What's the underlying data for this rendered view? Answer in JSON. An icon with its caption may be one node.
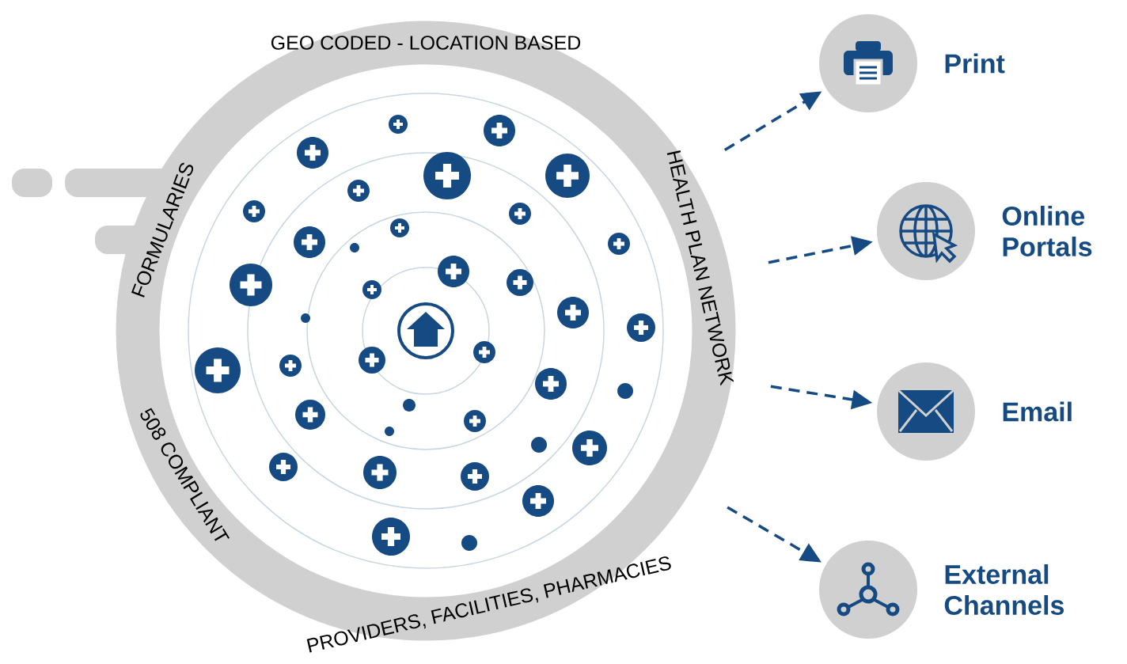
{
  "diagram": {
    "nodes": [
      {
        "text": [
          "GEO CODED - LOCATION BASED",
          "HEALTH PLAN NETWORK",
          "PROVIDERS, FACILITIES, PHARMACIES",
          "508 COMPLIANT",
          "FORMULARIES"
        ]
      },
      {
        "text": [
          "Print"
        ]
      },
      {
        "text": [
          "Online Portals"
        ]
      },
      {
        "text": [
          "Email"
        ]
      },
      {
        "text": [
          "External Channels"
        ]
      }
    ],
    "edges": [
      {
        "from": 0,
        "to": 1,
        "arrow": "to",
        "style": "dashed"
      },
      {
        "from": 0,
        "to": 2,
        "arrow": "to",
        "style": "dashed"
      },
      {
        "from": 0,
        "to": 3,
        "arrow": "to",
        "style": "dashed"
      },
      {
        "from": 0,
        "to": 4,
        "arrow": "to",
        "style": "dashed"
      }
    ]
  }
}
